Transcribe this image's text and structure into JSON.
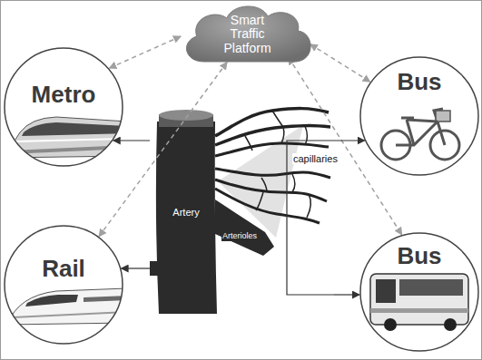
{
  "diagram": {
    "nodes": [
      {
        "text": [
          "Smart Traffic Platform"
        ]
      },
      {
        "text": [
          "Metro"
        ]
      },
      {
        "text": [
          "Bus"
        ]
      },
      {
        "text": [
          "Artery"
        ]
      },
      {
        "text": [
          "Rail"
        ]
      },
      {
        "text": [
          "Bus"
        ]
      }
    ],
    "edges": [
      {
        "from": 0,
        "to": 1,
        "arrow": "both"
      },
      {
        "from": 0,
        "to": 4,
        "arrow": "both"
      },
      {
        "from": 0,
        "to": 2,
        "arrow": "both"
      },
      {
        "from": 0,
        "to": 5,
        "arrow": "both"
      },
      {
        "from": 3,
        "to": 1,
        "arrow": "to"
      },
      {
        "from": 3,
        "to": 4,
        "arrow": "to"
      },
      {
        "from": 3,
        "to": 2,
        "arrow": "to"
      },
      {
        "from": 3,
        "to": 5,
        "arrow": "to"
      }
    ],
    "labels": [
      "Arterioles",
      "capillaries"
    ]
  }
}
